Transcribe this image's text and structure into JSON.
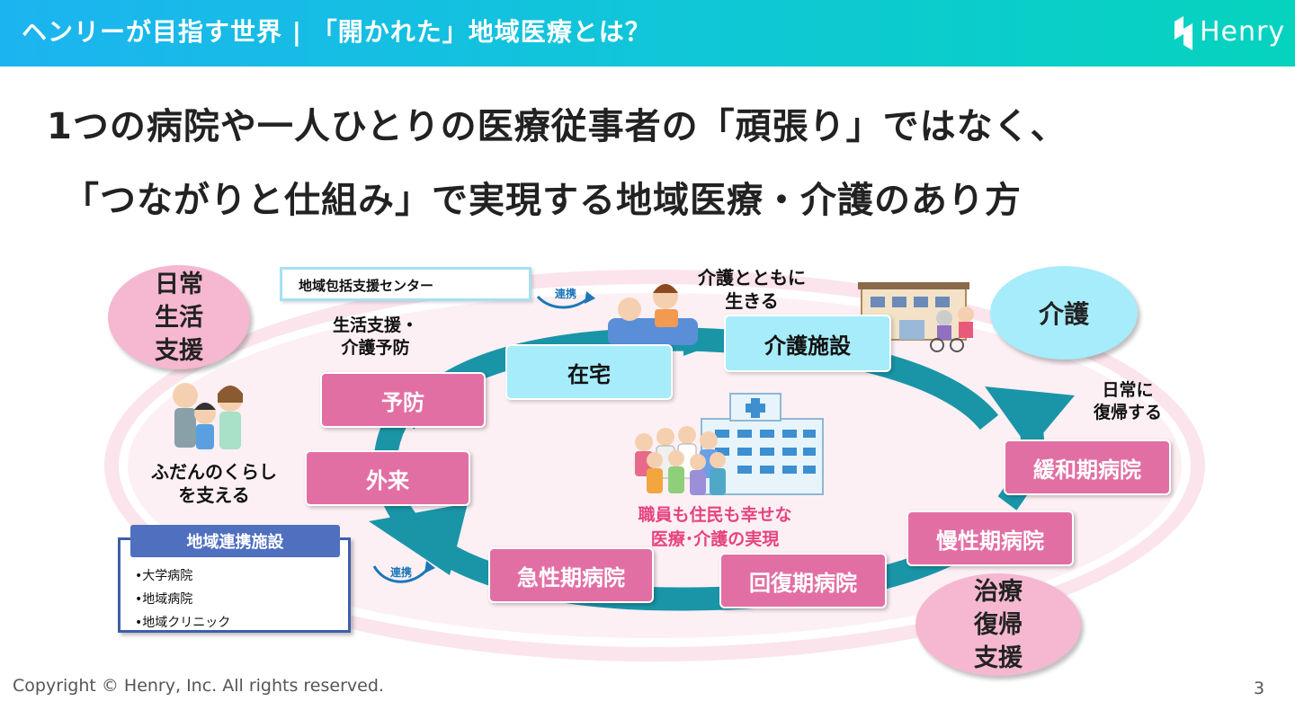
{
  "header": {
    "title": "ヘンリーが目指す世界 | 「開かれた」地域医療とは？",
    "logo_text": "Henry"
  },
  "headline": {
    "line1": "1つの病院や一人ひとりの医療従事者の「頑張り」ではなく、",
    "line2": "「つながりと仕組み」で実現する地域医療・介護のあり方"
  },
  "ovals": {
    "daily_life": "日常\n生活\n支援",
    "care": "介護",
    "treatment": "治療\n復帰\n支援"
  },
  "boxes": {
    "regional_center": "地域包括支援センター",
    "home": "在宅",
    "care_facility": "介護施設",
    "prevention": "予防",
    "outpatient": "外来",
    "acute": "急性期病院",
    "recovery": "回復期病院",
    "chronic": "慢性期病院",
    "palliative": "緩和期病院"
  },
  "labels": {
    "life_support": "生活支援・\n介護予防",
    "living_with_care": "介護とともに\n生きる",
    "return_daily": "日常に\n復帰する",
    "daily_support": "ふだんのくらし\nを支える",
    "renkei_top": "連携",
    "renkei_bottom": "連携"
  },
  "center": {
    "text": "職員も住民も幸せな\n医療･介護の実現"
  },
  "facility": {
    "title": "地域連携施設",
    "items": [
      "•大学病院",
      "•地域病院",
      "•地域クリニック"
    ]
  },
  "footer": {
    "copyright": "Copyright © Henry, Inc. All rights reserved.",
    "page": "3"
  },
  "colors": {
    "header_start": "#1cb4f0",
    "header_end": "#06d3be",
    "pink_box": "#e26fa4",
    "cyan_box": "#a6ecfb",
    "arrow": "#1a95a8",
    "center_text": "#e5447f"
  }
}
